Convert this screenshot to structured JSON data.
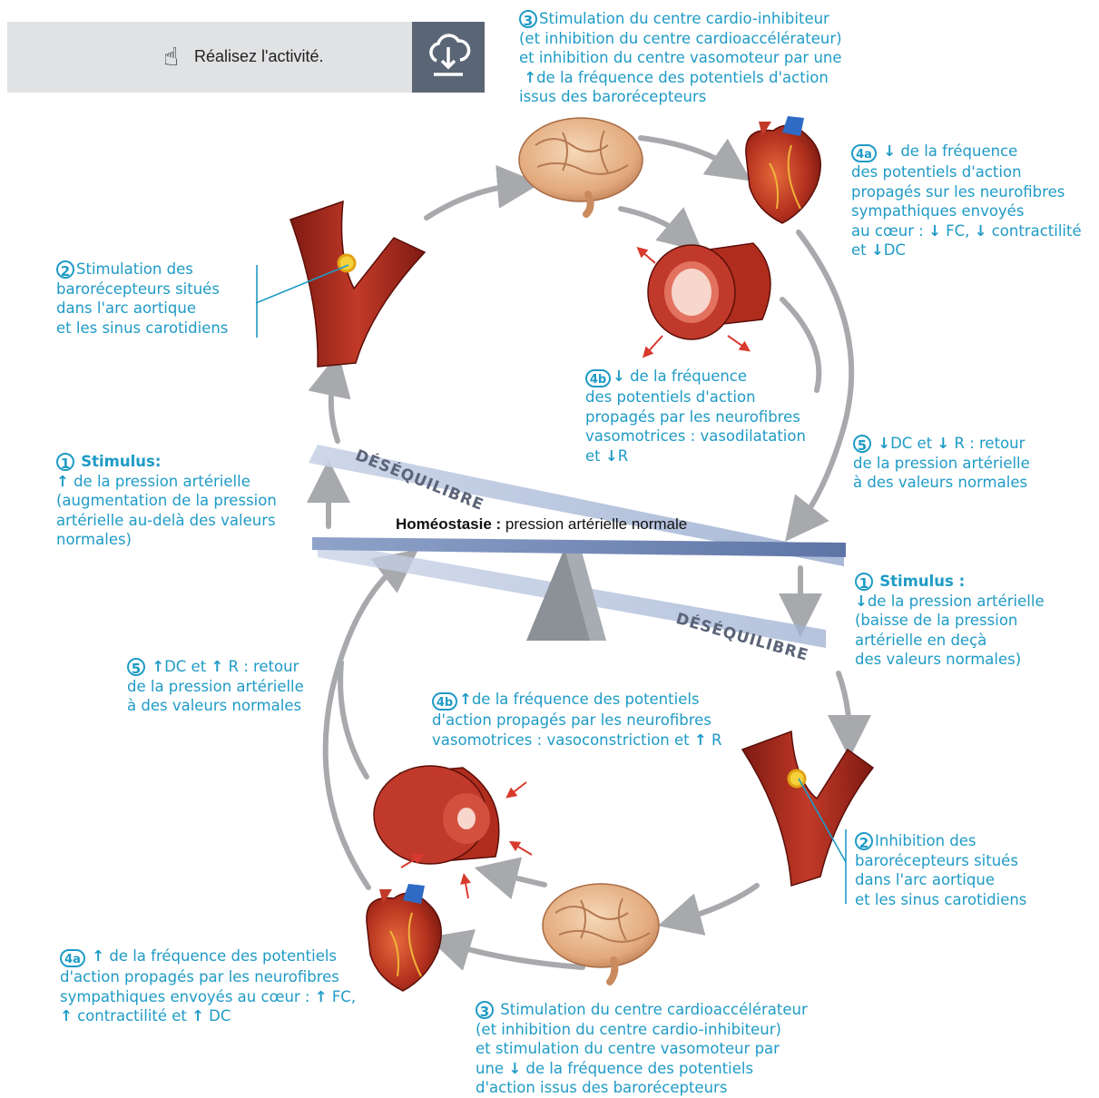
{
  "toolbar": {
    "activity_label": "Réalisez l'activité.",
    "hand_icon": "hand-pointer-icon",
    "download_icon": "cloud-download-icon"
  },
  "balance": {
    "label_bold": "Homéostasie :",
    "label_rest": " pression artérielle normale",
    "tilt_left": "DÉSÉQUILIBRE",
    "tilt_right": "DÉSÉQUILIBRE"
  },
  "top": {
    "s1": {
      "num": "1",
      "title": "Stimulus:",
      "l1": "de la pression artérielle",
      "l2": "(augmentation de la pression",
      "l3": "artérielle au-delà des valeurs",
      "l4": "normales)"
    },
    "s2": {
      "num": "2",
      "l1": "Stimulation des",
      "l2": "barorécepteurs situés",
      "l3": "dans l'arc aortique",
      "l4": "et les sinus carotidiens"
    },
    "s3": {
      "num": "3",
      "l1": "Stimulation du centre cardio-inhibiteur",
      "l2": "(et inhibition du centre cardioaccélérateur)",
      "l3": "et inhibition du centre vasomoteur par une",
      "l4": "de la fréquence des potentiels d'action",
      "l5": "issus des barorécepteurs"
    },
    "s4a": {
      "num": "4a",
      "l1": "de la fréquence",
      "l2": "des potentiels d'action",
      "l3": "propagés sur les neurofibres",
      "l4": "sympathiques envoyés",
      "l5a": "au cœur : ",
      "l5b": " FC, ",
      "l5c": " contractilité",
      "l6a": "et ",
      "l6b": "DC"
    },
    "s4b": {
      "num": "4b",
      "l1": " de la fréquence",
      "l2": "des potentiels d'action",
      "l3": "propagés par les neurofibres",
      "l4": "vasomotrices : vasodilatation",
      "l5a": "et ",
      "l5b": "R"
    },
    "s5": {
      "num": "5",
      "l1a": "DC et ",
      "l1b": "R : retour",
      "l2": "de la pression artérielle",
      "l3": "à des valeurs normales"
    }
  },
  "bottom": {
    "s1": {
      "num": "1",
      "title": "Stimulus :",
      "l1": "de la pression artérielle",
      "l2": "(baisse de la pression",
      "l3": "artérielle en deçà",
      "l4": "des valeurs normales)"
    },
    "s2": {
      "num": "2",
      "l1": "Inhibition des",
      "l2": "barorécepteurs situés",
      "l3": "dans l'arc aortique",
      "l4": "et les sinus carotidiens"
    },
    "s3": {
      "num": "3",
      "l1": "Stimulation du centre cardioaccélérateur",
      "l2": "(et inhibition du centre cardio-inhibiteur)",
      "l3": "et stimulation du centre vasomoteur par",
      "l4a": "une ",
      "l4b": "de la fréquence des potentiels",
      "l5": "d'action issus des barorécepteurs"
    },
    "s4a": {
      "num": "4a",
      "l1": " de la fréquence des potentiels",
      "l2": "d'action propagés par les neurofibres",
      "l3a": "sympathiques envoyés au cœur : ",
      "l3b": "FC,",
      "l4a": "contractilité et ",
      "l4b": "DC"
    },
    "s4b": {
      "num": "4b",
      "l1": "de la fréquence des potentiels",
      "l2": "d'action propagés par les neurofibres",
      "l3a": "vasomotrices : vasoconstriction et ",
      "l3b": "R"
    },
    "s5": {
      "num": "5",
      "l1a": "DC et ",
      "l1b": "R : retour",
      "l2": "de la pression artérielle",
      "l3": "à des valeurs normales"
    }
  },
  "colors": {
    "text_blue": "#1f9bc6",
    "arrow_grey": "#a7a9ac",
    "artery_red": "#b3261e",
    "beam": "#7a8fb8"
  }
}
